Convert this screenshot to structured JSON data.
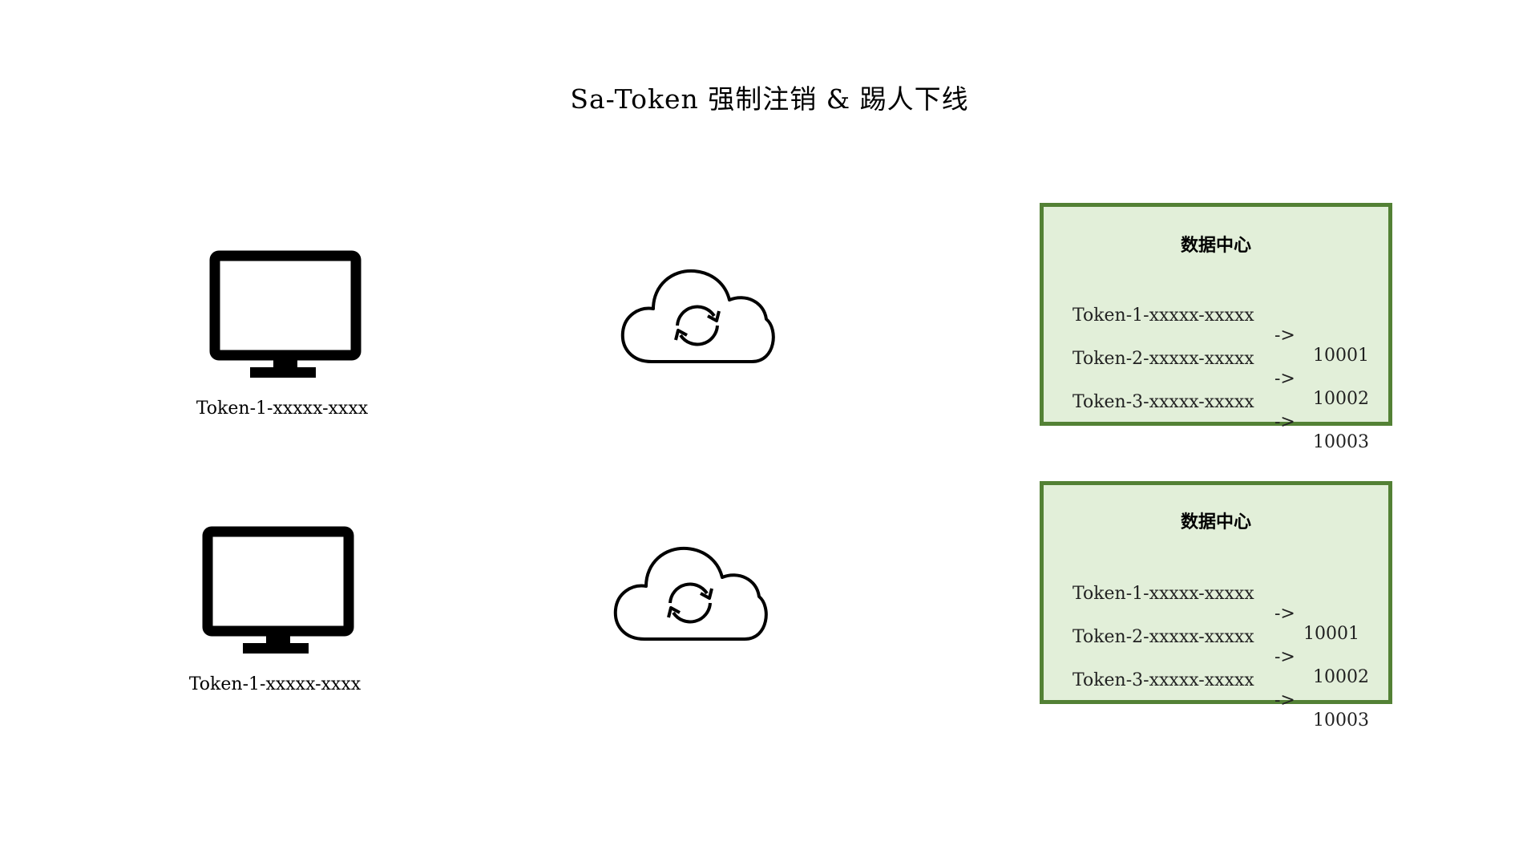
{
  "diagram": {
    "title": "Sa-Token 强制注销 & 踢人下线",
    "rows": [
      {
        "client_label": "Token-1-xxxxx-xxxx",
        "datacenter": {
          "title": "数据中心",
          "entries": [
            {
              "token": "Token-1-xxxxx-xxxxx",
              "arrow": "->",
              "user_id": "10001"
            },
            {
              "token": "Token-2-xxxxx-xxxxx",
              "arrow": "->",
              "user_id": "10002"
            },
            {
              "token": "Token-3-xxxxx-xxxxx",
              "arrow": "->",
              "user_id": "10003"
            }
          ]
        }
      },
      {
        "client_label": "Token-1-xxxxx-xxxx",
        "datacenter": {
          "title": "数据中心",
          "entries": [
            {
              "token": "Token-1-xxxxx-xxxxx",
              "arrow": "->",
              "user_id": "10001"
            },
            {
              "token": "Token-2-xxxxx-xxxxx",
              "arrow": "->",
              "user_id": "10002"
            },
            {
              "token": "Token-3-xxxxx-xxxxx",
              "arrow": "->",
              "user_id": "10003"
            }
          ]
        }
      }
    ]
  },
  "icons": {
    "client": "monitor-icon",
    "server": "cloud-sync-icon"
  },
  "colors": {
    "datacenter_fill": "#e2efd9",
    "datacenter_border": "#538135",
    "icon": "#000000",
    "background": "#ffffff"
  }
}
